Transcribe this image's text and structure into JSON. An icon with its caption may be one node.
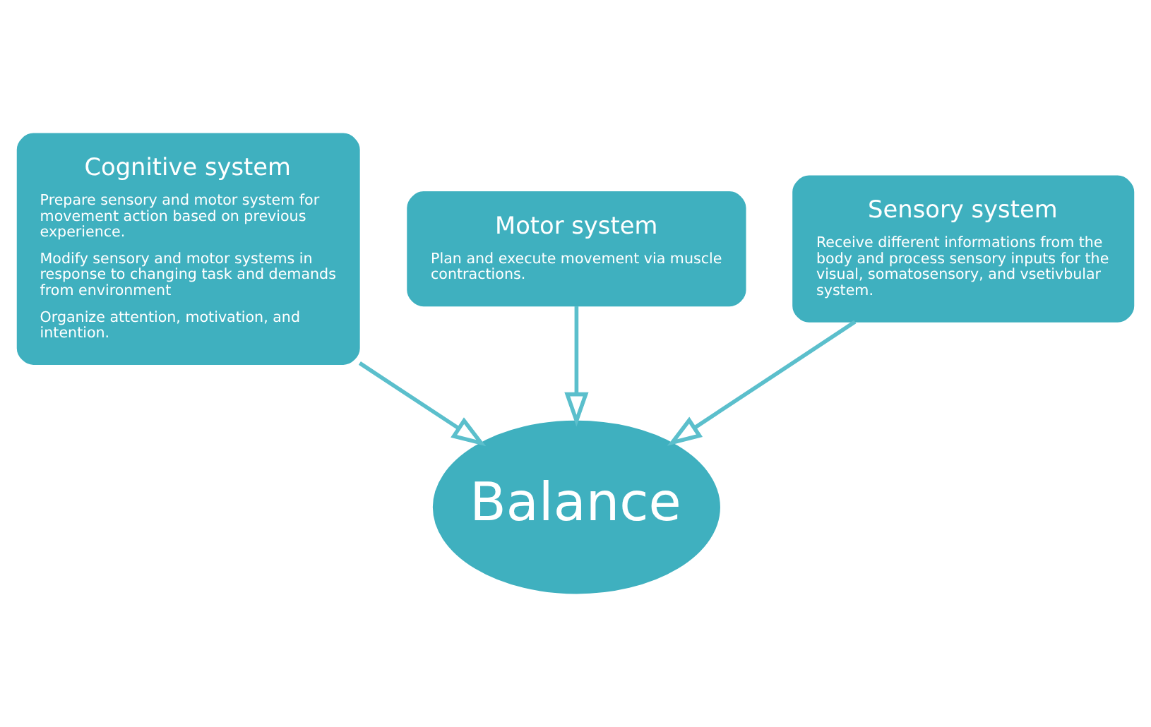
{
  "diagram": {
    "nodes": [
      {
        "text": [
          "Cognitive system",
          "Prepare sensory and motor system for movement action based on previous experience.",
          "Modify sensory and motor systems in response to changing task and demands from environment",
          "Organize attention, motivation, and intention."
        ]
      },
      {
        "text": [
          "Motor system",
          "Plan and execute movement via muscle contractions."
        ]
      },
      {
        "text": [
          "Sensory system",
          "Receive different informations from the body and process sensory inputs for the visual, somatosensory, and vsetivbular system."
        ]
      },
      {
        "text": [
          "Balance"
        ]
      }
    ],
    "edges": [
      {
        "from": 0,
        "to": 3,
        "arrow": "to"
      },
      {
        "from": 1,
        "to": 3,
        "arrow": "to"
      },
      {
        "from": 2,
        "to": 3,
        "arrow": "to"
      }
    ]
  }
}
